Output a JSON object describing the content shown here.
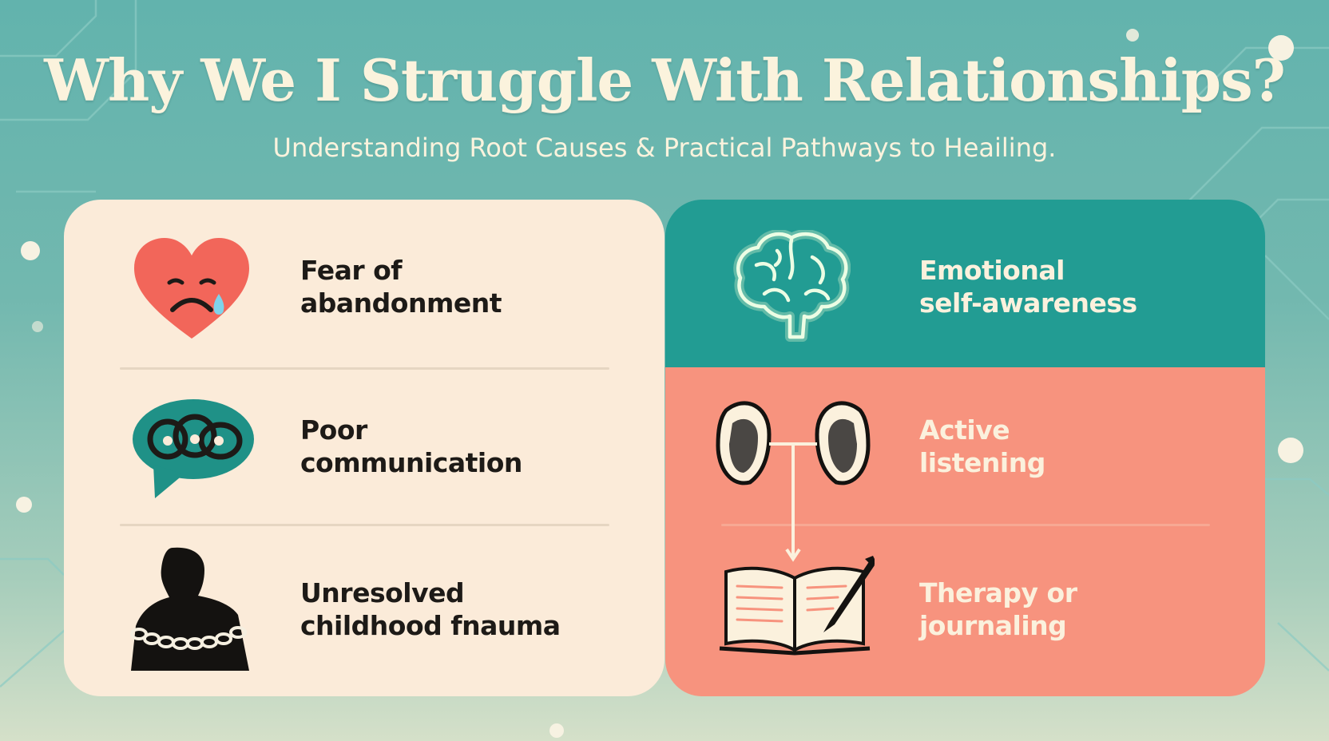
{
  "header": {
    "title": "Why We I Struggle With Relationships?",
    "subtitle": "Understanding Root Causes & Practical Pathways to Heailing."
  },
  "root_causes": [
    {
      "icon": "crying-heart-icon",
      "line1": "Fear of",
      "line2": "abandonment"
    },
    {
      "icon": "tangled-speech-bubble-icon",
      "line1": "Poor",
      "line2": "communication"
    },
    {
      "icon": "chained-person-icon",
      "line1": "Unresolved",
      "line2": "childhood fnauma"
    }
  ],
  "pathways": [
    {
      "icon": "glowing-brain-icon",
      "line1": "Emotional",
      "line2": "self-awareness"
    },
    {
      "icon": "ears-icon",
      "line1": "Active",
      "line2": "listening"
    },
    {
      "icon": "book-and-pen-icon",
      "line1": "Therapy or",
      "line2": "journaling"
    }
  ],
  "colors": {
    "background": "#62b3ad",
    "left_panel": "#fbebd9",
    "right_top": "#229c93",
    "right_bottom": "#f7937e",
    "title_text": "#fbf3dd",
    "heart": "#f2665a",
    "bubble": "#1f9187"
  }
}
